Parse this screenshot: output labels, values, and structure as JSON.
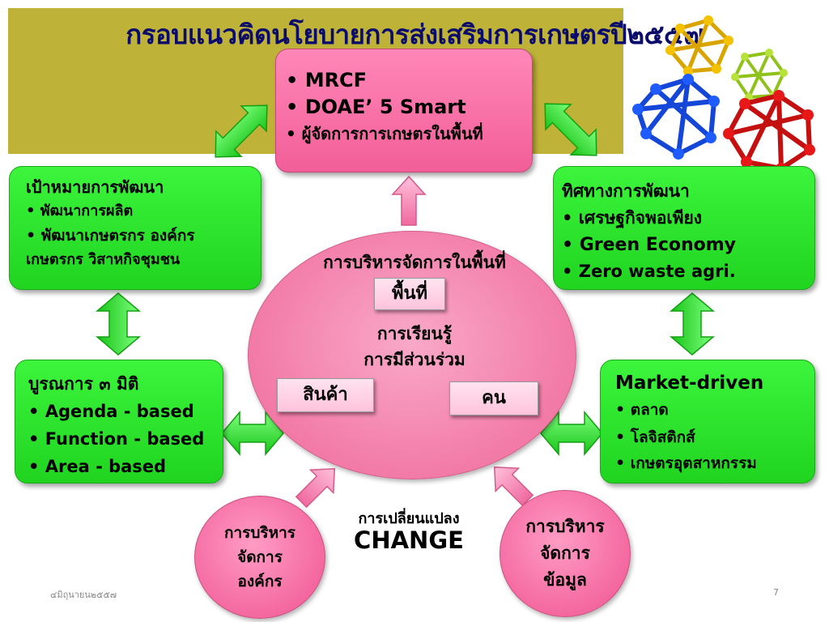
{
  "title": "กรอบแนวคิดนโยบายการส่งเสริมการเกษตรปี๒๕๕๗",
  "top_box": {
    "lines": [
      "• MRCF",
      "• DOAE’ 5 Smart",
      "• ผู้จัดการการเกษตรในพื้นที่"
    ]
  },
  "left_top_box": {
    "lines": [
      "เป้าหมายการพัฒนา",
      "• พัฒนาการผลิต",
      "• พัฒนาเกษตรกร องค์กร",
      "เกษตรกร วิสาหกิจชุมชน"
    ]
  },
  "right_top_box": {
    "lines": [
      "ทิศทางการพัฒนา",
      "• เศรษฐกิจพอเพียง",
      "• Green Economy",
      "• Zero waste agri."
    ]
  },
  "left_bottom_box": {
    "lines": [
      "บูรณการ ๓ มิติ",
      "• Agenda - based",
      "• Function - based",
      "• Area - based"
    ]
  },
  "right_bottom_box": {
    "lines": [
      "Market-driven",
      "• ตลาด",
      "• โลจิสติกส์",
      "• เกษตรอุตสาหกรรม"
    ]
  },
  "center": {
    "heading": "การบริหารจัดการในพื้นที่",
    "area_tag": "พื้นที่",
    "learning": "การเรียนรู้",
    "participation": "การมีส่วนร่วม",
    "product_tag": "สินค้า",
    "people_tag": "คน"
  },
  "change": {
    "thai": "การเปลี่ยนแปลง",
    "english": "CHANGE"
  },
  "org_circle": {
    "lines": [
      "การบริหาร",
      "จัดการ",
      "องค์กร"
    ]
  },
  "data_circle": {
    "lines": [
      "การบริหาร",
      "จัดการ",
      "ข้อมูล"
    ]
  },
  "footer": {
    "date": "๔มิถุนายน๒๕๕๗",
    "page": "7"
  },
  "colors": {
    "green": "#22dd22",
    "pink": "#f472a8",
    "title": "#0b0b6b",
    "olive": "#bfb239"
  }
}
